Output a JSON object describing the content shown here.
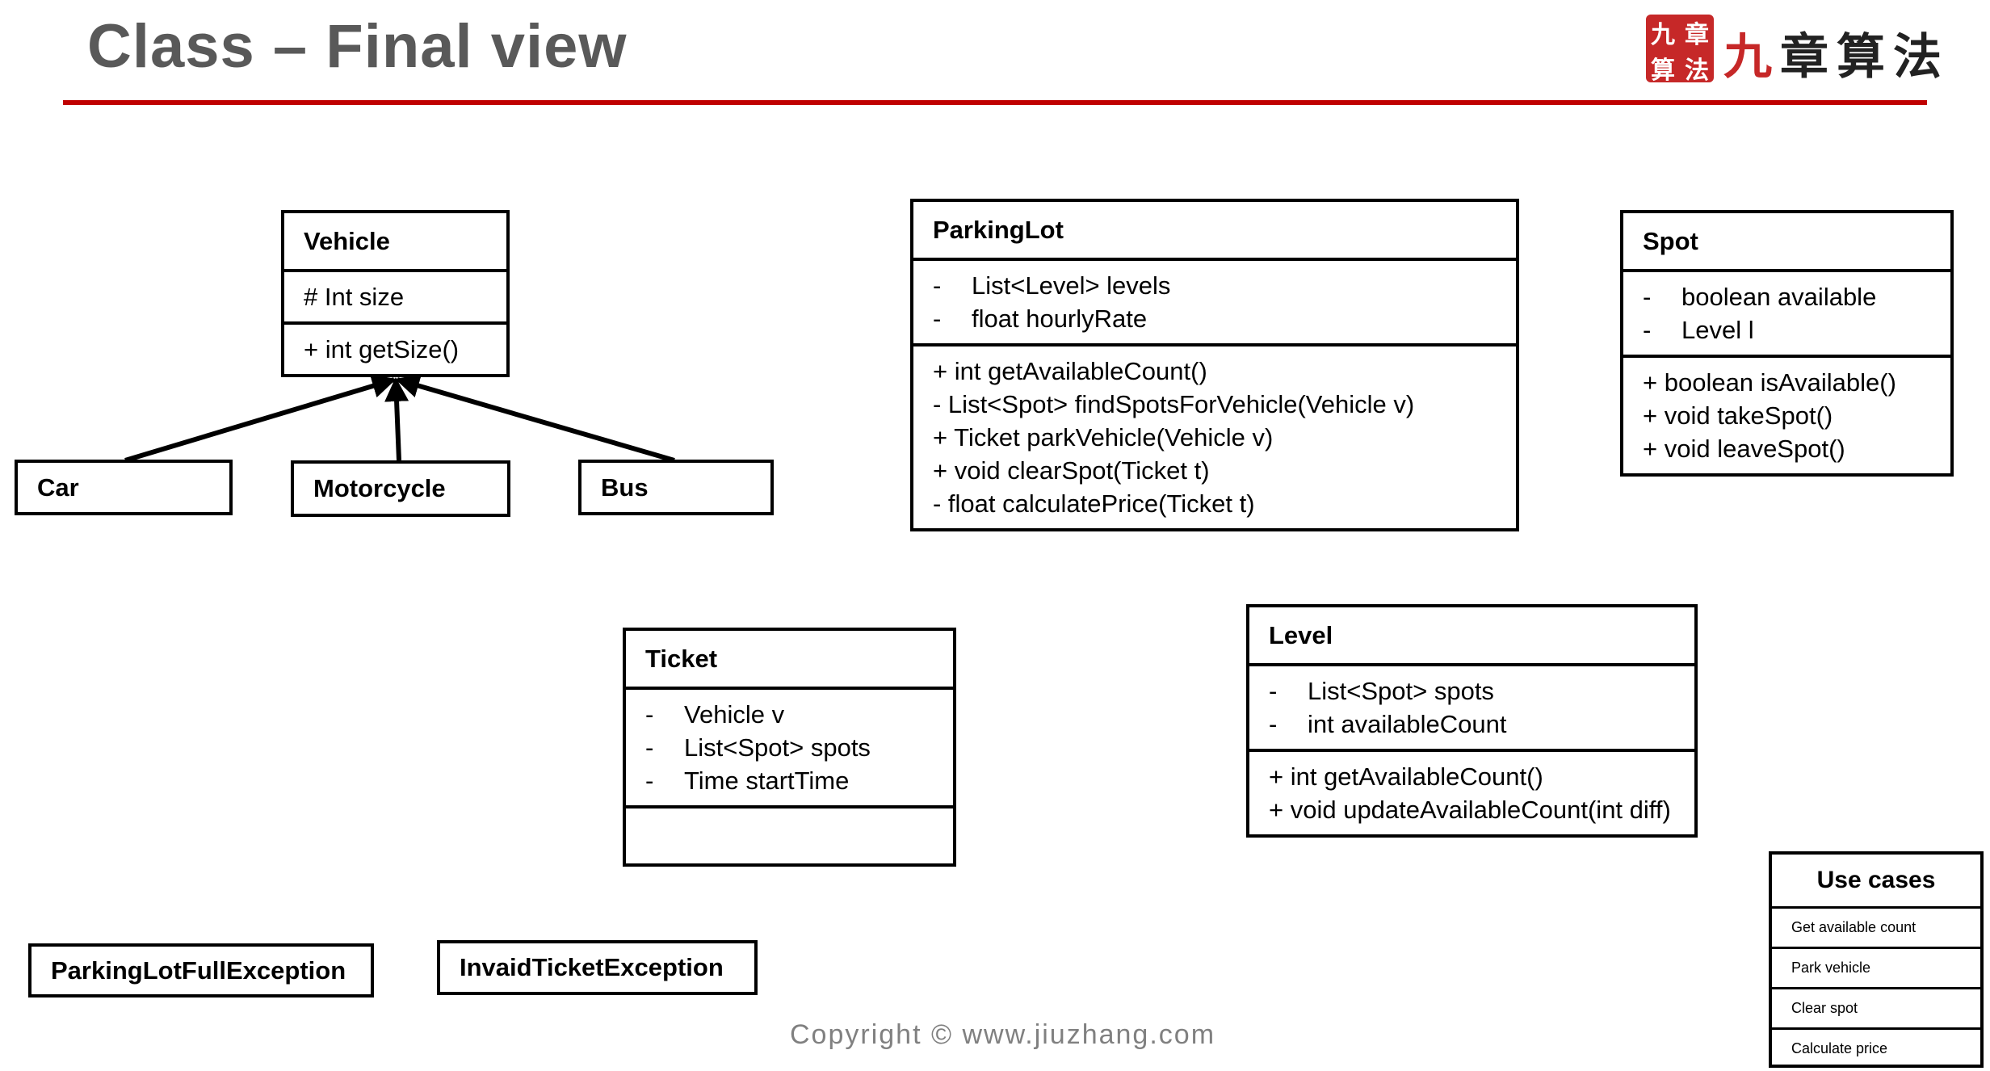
{
  "title": "Class – Final view",
  "logo": {
    "stamp": [
      "九",
      "章",
      "算",
      "法"
    ],
    "text_red": "九",
    "text_black": "章算法"
  },
  "classes": {
    "vehicle": {
      "name": "Vehicle",
      "attributes": [
        "# Int size"
      ],
      "methods": [
        "+ int getSize()"
      ]
    },
    "parkinglot": {
      "name": "ParkingLot",
      "attributes": [
        "List<Level> levels",
        "float hourlyRate"
      ],
      "methods": [
        "+ int getAvailableCount()",
        "- List<Spot> findSpotsForVehicle(Vehicle v)",
        "+ Ticket parkVehicle(Vehicle v)",
        "+ void clearSpot(Ticket t)",
        "- float calculatePrice(Ticket t)"
      ]
    },
    "spot": {
      "name": "Spot",
      "attributes": [
        "boolean available",
        "Level l"
      ],
      "methods": [
        "+ boolean isAvailable()",
        "+ void takeSpot()",
        "+ void leaveSpot()"
      ]
    },
    "ticket": {
      "name": "Ticket",
      "attributes": [
        "Vehicle v",
        "List<Spot> spots",
        "Time startTime"
      ]
    },
    "level": {
      "name": "Level",
      "attributes": [
        "List<Spot> spots",
        "int availableCount"
      ],
      "methods": [
        "+ int getAvailableCount()",
        "+ void updateAvailableCount(int diff)"
      ]
    }
  },
  "subclasses": {
    "car": "Car",
    "motorcycle": "Motorcycle",
    "bus": "Bus"
  },
  "exceptions": {
    "full": "ParkingLotFullException",
    "invalid": "InvaidTicketException"
  },
  "use_cases": {
    "title": "Use cases",
    "items": [
      "Get available count",
      "Park vehicle",
      "Clear spot",
      "Calculate price"
    ]
  },
  "copyright": "Copyright © www.jiuzhang.com",
  "colors": {
    "accent_rule": "#c00000",
    "title": "#595959",
    "copyright": "#808080"
  }
}
